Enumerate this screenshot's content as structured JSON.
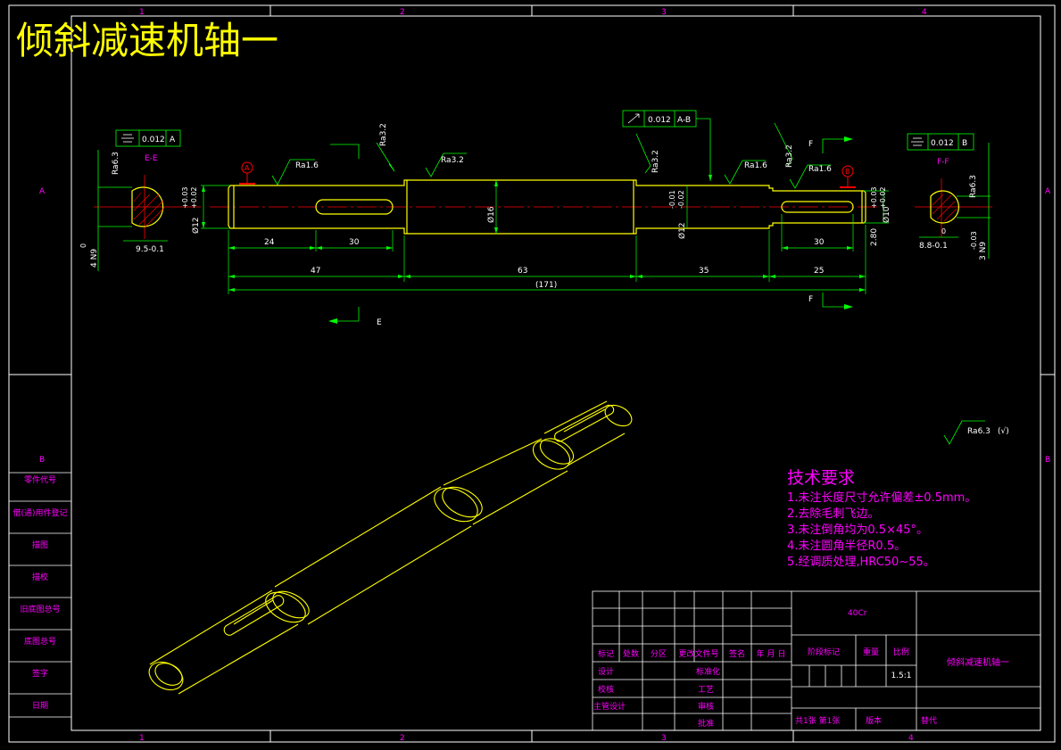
{
  "title": "倾斜减速机轴一",
  "zone_numbers": {
    "top": [
      "1",
      "2",
      "3",
      "4"
    ],
    "bottom": [
      "1",
      "2",
      "3",
      "4"
    ]
  },
  "zone_letters": {
    "left": [
      "A",
      "B"
    ],
    "right": [
      "A",
      "B"
    ]
  },
  "sections": {
    "left_name": "E-E",
    "right_name": "F-F"
  },
  "view_markers": {
    "e": "E",
    "f": "F"
  },
  "datums": {
    "a": "A",
    "b": "B"
  },
  "tolerance_frames": {
    "left": {
      "value": "0.012",
      "datum": "A"
    },
    "mid": {
      "value": "0.012",
      "datum": "A-B"
    },
    "right": {
      "value": "0.012",
      "datum": "B"
    }
  },
  "roughness": {
    "ra16": "Ra1.6",
    "ra32": "Ra3.2",
    "ra63": "Ra6.3",
    "general": "Ra6.3",
    "general_suffix": "(√)"
  },
  "dimensions": {
    "diameter_left": "Ø12",
    "diameter_mid": "Ø16",
    "diameter_right": "Ø12",
    "diameter_end": "Ø10",
    "tol_upper": "+0.03",
    "tol_lower": "+0.02",
    "tol_neg_upper": "-0.01",
    "tol_neg_lower": "-0.02",
    "d24": "24",
    "d30_left": "30",
    "d30_right": "30",
    "d2": "2.80",
    "d47": "47",
    "d63": "63",
    "d35": "35",
    "d25": "25",
    "total": "(171)",
    "key_width_left": "4 N9",
    "key_width_right": "3 N9",
    "key_depth_left": "9.5-0.1",
    "key_depth_right": "8.8-0.1",
    "key_tol_zero": "0",
    "key_tol_neg": "-0.03"
  },
  "tech_requirements": {
    "heading": "技术要求",
    "items": [
      "1.未注长度尺寸允许偏差±0.5mm。",
      "2.去除毛刺飞边。",
      "3.未注倒角均为0.5×45°。",
      "4.未注圆角半径R0.5。",
      "5.经调质处理,HRC50~55。"
    ]
  },
  "side_panel": [
    "零件代号",
    "借(通)用件登记",
    "描图",
    "描校",
    "旧底图总号",
    "底图总号",
    "签字",
    "日期"
  ],
  "title_block": {
    "material": "40Cr",
    "drawing_name": "倾斜减速机轴一",
    "rev_headers": [
      "标记",
      "处数",
      "分区",
      "更改文件号",
      "签名",
      "年 月 日"
    ],
    "stage_label": "阶段标记",
    "weight_label": "重量",
    "scale_label": "比例",
    "scale_value": "1.5:1",
    "roles_left": [
      "设计",
      "校核",
      "主管设计"
    ],
    "roles_right": [
      "标准化",
      "工艺",
      "审核",
      "批准"
    ],
    "sheet_info": "共1张 第1张",
    "version_label": "版本",
    "replace_label": "替代"
  },
  "colors": {
    "border": "#ffffff",
    "title": "#ffff00",
    "shaft": "#ffff00",
    "dimension": "#00ff00",
    "centerline": "#ff0000",
    "text": "#ff00ff",
    "tech": "#ff00ff",
    "datum": "#ff0000"
  }
}
